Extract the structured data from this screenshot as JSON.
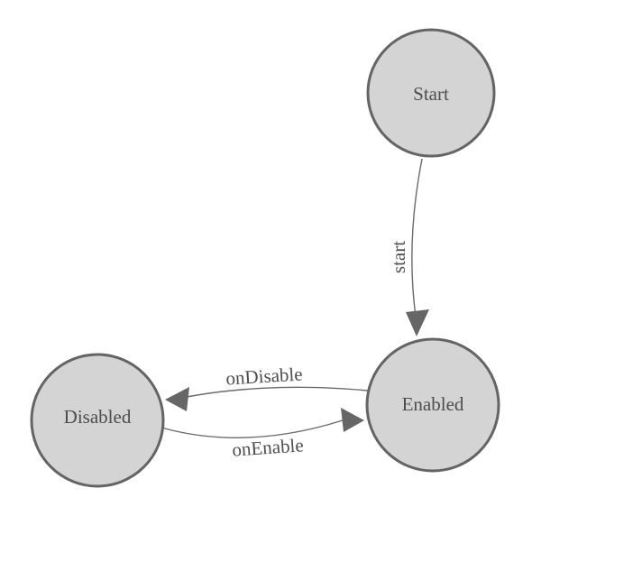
{
  "diagram": {
    "type": "state-machine",
    "background_color": "#ffffff",
    "node_fill_color": "#d4d4d4",
    "node_border_color": "#646464",
    "edge_color": "#6a6a6a",
    "arrow_color": "#666666",
    "label_color": "#4d4d4d",
    "nodes": [
      {
        "id": "start-node",
        "label": "Start"
      },
      {
        "id": "enabled-node",
        "label": "Enabled"
      },
      {
        "id": "disabled-node",
        "label": "Disabled"
      }
    ],
    "edges": [
      {
        "id": "start-transition",
        "label": "start",
        "from": "Start",
        "to": "Enabled"
      },
      {
        "id": "ondisable-transition",
        "label": "onDisable",
        "from": "Enabled",
        "to": "Disabled"
      },
      {
        "id": "onenable-transition",
        "label": "onEnable",
        "from": "Disabled",
        "to": "Enabled"
      }
    ]
  }
}
